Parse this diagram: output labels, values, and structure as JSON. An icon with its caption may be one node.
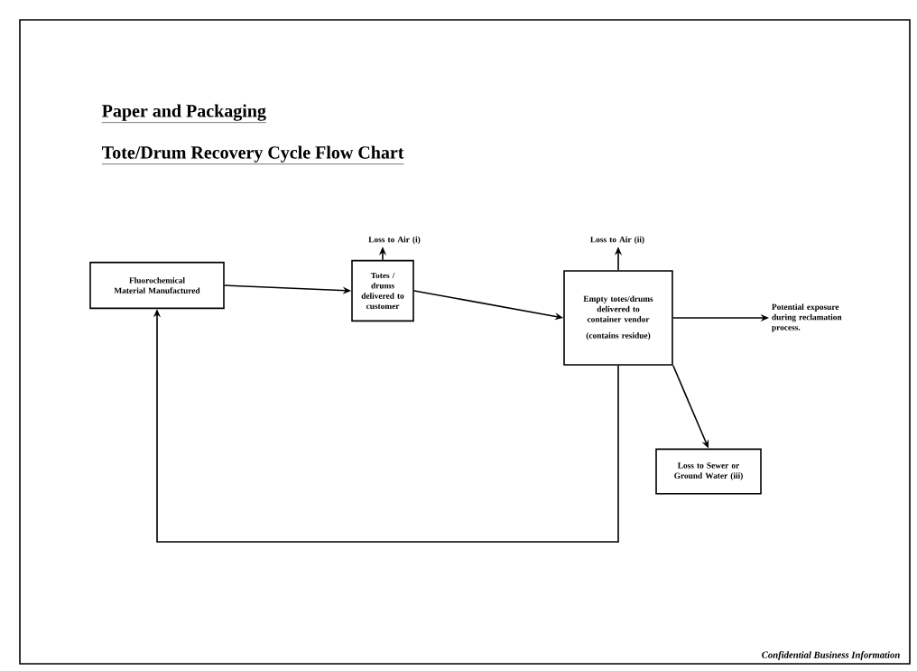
{
  "diagram": {
    "title": "Tote/Drum Recovery Cycle Flow Chart",
    "nodes": [
      {
        "text": [
          "Fluorochemical Material Manufactured"
        ]
      },
      {
        "text": [
          "Totes / drums delivered to customer"
        ]
      },
      {
        "text": [
          "Loss to Air (i)"
        ]
      },
      {
        "text": [
          "Empty totes/drums delivered to container vendor",
          "(contains residue)"
        ]
      },
      {
        "text": [
          "Loss to Air (ii)"
        ]
      },
      {
        "text": [
          "Potential exposure during reclamation process."
        ]
      },
      {
        "text": [
          "Loss to Sewer or Ground Water (iii)"
        ]
      }
    ],
    "edges": [
      {
        "from": 0,
        "to": 1,
        "arrow": "to"
      },
      {
        "from": 1,
        "to": 2,
        "arrow": "to"
      },
      {
        "from": 1,
        "to": 3,
        "arrow": "to"
      },
      {
        "from": 3,
        "to": 4,
        "arrow": "to"
      },
      {
        "from": 3,
        "to": 5,
        "arrow": "to"
      },
      {
        "from": 3,
        "to": 6,
        "arrow": "to"
      },
      {
        "from": 3,
        "to": 0,
        "arrow": "to"
      }
    ],
    "labels": [
      "Paper and Packaging",
      "Confidential Business Information"
    ]
  }
}
